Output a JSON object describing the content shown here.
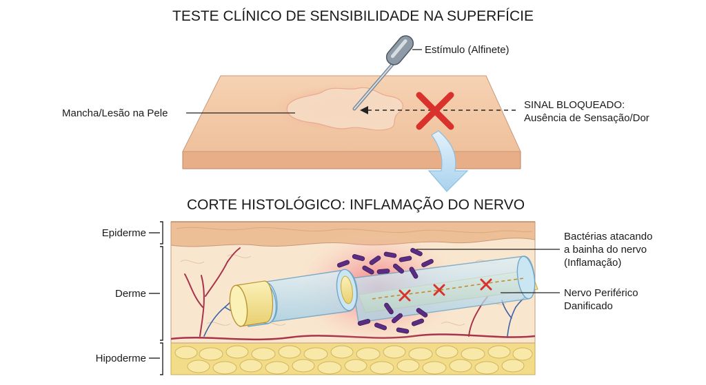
{
  "top": {
    "title": "TESTE CLÍNICO DE SENSIBILIDADE NA SUPERFÍCIE",
    "stimulus": "Estímulo (Alfinete)",
    "lesion": "Mancha/Lesão na Pele",
    "signal_line1": "SINAL BLOQUEADO:",
    "signal_line2": "Ausência de Sensação/Dor"
  },
  "bottom": {
    "title": "CORTE HISTOLÓGICO: INFLAMAÇÃO DO NERVO",
    "layers": {
      "epidermis": "Epiderme",
      "dermis": "Derme",
      "hypodermis": "Hipoderme"
    },
    "bacteria_line1": "Bactérias atacando",
    "bacteria_line2": "a bainha do nervo",
    "bacteria_line3": "(Inflamação)",
    "nerve_line1": "Nervo Periférico",
    "nerve_line2": "Danificado"
  },
  "colors": {
    "skin": "#f2c7a3",
    "lesion_red": "#e0474a",
    "blocked_x": "#d9312b",
    "arrow_blue": "#bcdcf2",
    "fat_yellow": "#f6e39a",
    "bacteria_purple": "#5b2d82",
    "nerve_sheath": "#bfe0f0"
  }
}
